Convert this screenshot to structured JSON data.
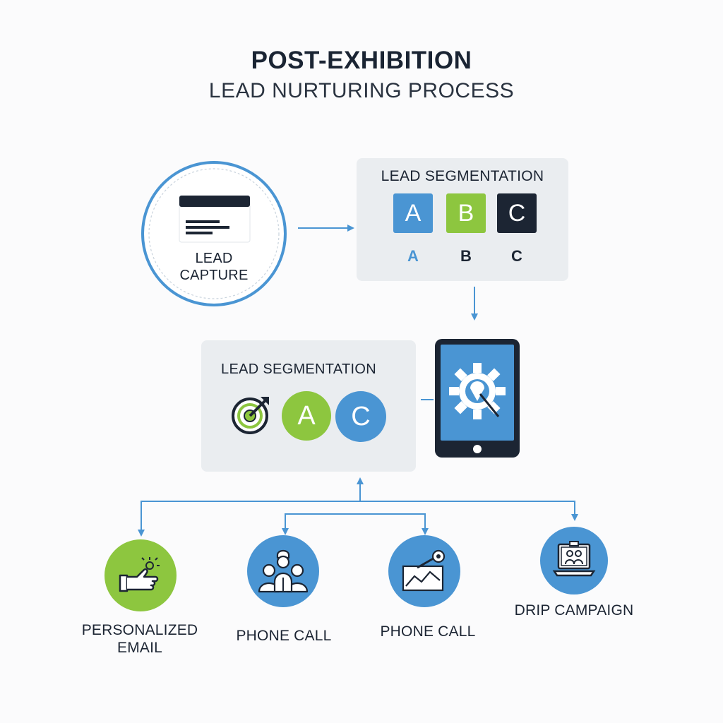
{
  "header": {
    "title": "POST-EXHIBITION",
    "subtitle": "LEAD NURTURING PROCESS"
  },
  "capture": {
    "label_line1": "LEAD",
    "label_line2": "CAPTURE"
  },
  "segmentation_top": {
    "title": "LEAD SEGMENTATION",
    "tiles": [
      "A",
      "B",
      "C"
    ],
    "letters": [
      "A",
      "B",
      "C"
    ]
  },
  "segmentation_mid": {
    "title": "LEAD SEGMENTATION",
    "badges": [
      "A",
      "C"
    ]
  },
  "channels": [
    {
      "label_line1": "PERSONALIZED",
      "label_line2": "EMAIL",
      "icon": "hand-click-icon"
    },
    {
      "label_line1": "PHONE CALL",
      "icon": "team-meeting-icon"
    },
    {
      "label_line1": "PHONE CALL",
      "icon": "analytics-pointer-icon"
    },
    {
      "label_line1": "DRIP CAMPAIGN",
      "icon": "laptop-users-icon"
    }
  ],
  "colors": {
    "blue": "#4a95d3",
    "green": "#8dc63f",
    "navy": "#1c2533",
    "panel": "#eaedf0"
  }
}
